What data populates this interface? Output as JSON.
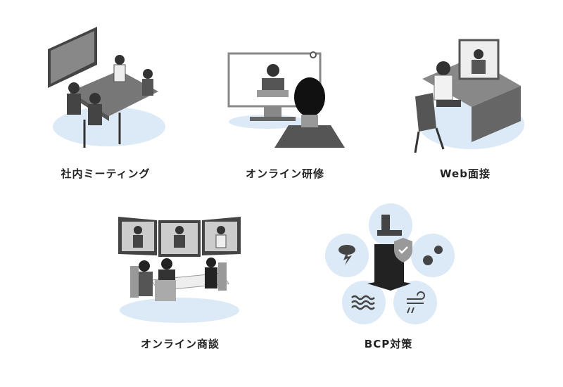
{
  "use_cases": [
    {
      "label": "社内ミーティング",
      "icon": "meeting-room-illustration"
    },
    {
      "label": "オンライン研修",
      "icon": "online-training-illustration"
    },
    {
      "label": "Web面接",
      "icon": "web-interview-illustration"
    },
    {
      "label": "オンライン商談",
      "icon": "online-business-meeting-illustration"
    },
    {
      "label": "BCP対策",
      "icon": "bcp-illustration"
    }
  ],
  "colors": {
    "floor": "#dce9f6",
    "dark": "#3a3a3a",
    "mid": "#8a8a8a",
    "light": "#cfcfcf"
  }
}
